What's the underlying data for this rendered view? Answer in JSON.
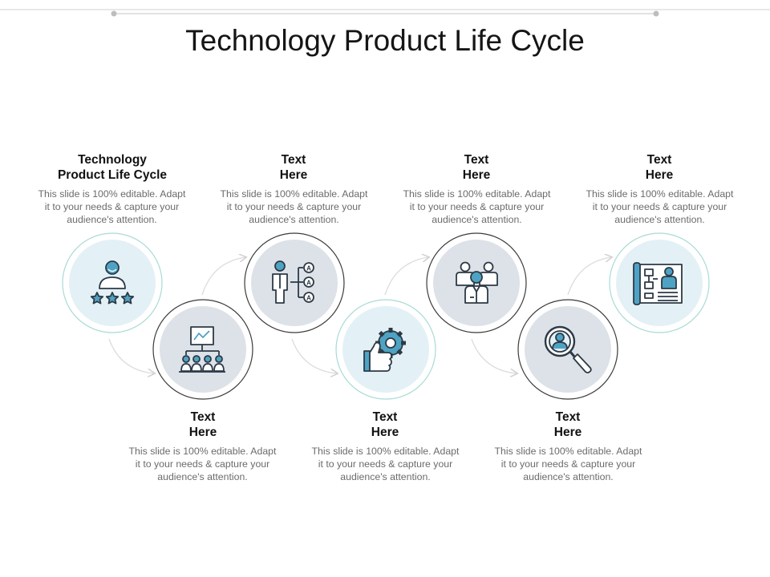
{
  "title": "Technology Product Life Cycle",
  "colors": {
    "ring_light_stroke": "#9fd3d0",
    "ring_dark_stroke": "#3a3a3a",
    "fill_light": "#e4f2f7",
    "fill_grey": "#dde1e8",
    "icon_stroke": "#2d3a45",
    "icon_accent": "#4ea3c4",
    "connector": "#d6d6d6"
  },
  "steps": [
    {
      "heading": [
        "Technology",
        "Product Life Cycle"
      ],
      "desc": [
        "This slide is 100% editable. Adapt",
        "it to your needs & capture your",
        "audience's attention."
      ],
      "icon": "person-rating-icon"
    },
    {
      "heading": [
        "Text",
        "Here"
      ],
      "desc": [
        "This slide is 100% editable. Adapt",
        "it to your needs & capture your",
        "audience's attention."
      ],
      "icon": "presentation-team-icon"
    },
    {
      "heading": [
        "Text",
        "Here"
      ],
      "desc": [
        "This slide is 100% editable. Adapt",
        "it to your needs & capture your",
        "audience's attention."
      ],
      "icon": "person-options-icon"
    },
    {
      "heading": [
        "Text",
        "Here"
      ],
      "desc": [
        "This slide is 100% editable. Adapt",
        "it to your needs & capture your",
        "audience's attention."
      ],
      "icon": "gear-thumbs-up-icon"
    },
    {
      "heading": [
        "Text",
        "Here"
      ],
      "desc": [
        "This slide is 100% editable. Adapt",
        "it to your needs & capture your",
        "audience's attention."
      ],
      "icon": "team-leader-icon"
    },
    {
      "heading": [
        "Text",
        "Here"
      ],
      "desc": [
        "This slide is 100% editable. Adapt",
        "it to your needs & capture your",
        "audience's attention."
      ],
      "icon": "magnifier-user-icon"
    },
    {
      "heading": [
        "Text",
        "Here"
      ],
      "desc": [
        "This slide is 100% editable. Adapt",
        "it to your needs & capture your",
        "audience's attention."
      ],
      "icon": "org-chart-board-icon"
    }
  ]
}
